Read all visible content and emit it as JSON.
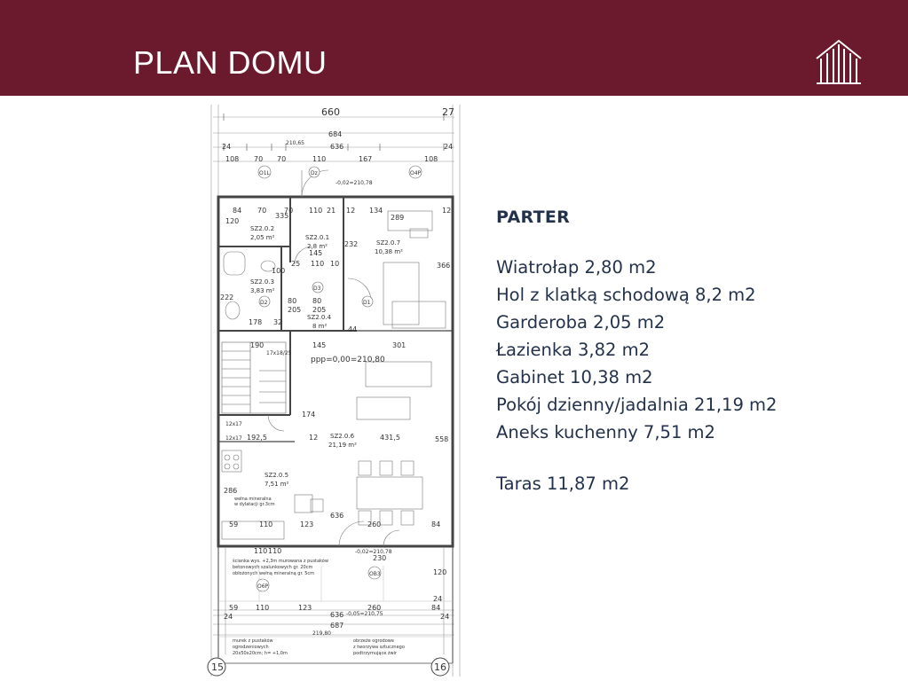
{
  "header": {
    "title": "PLAN DOMU",
    "logo_icon": "building-columns-logo"
  },
  "colors": {
    "header_bg": "#6b1a2e",
    "text": "#23324a",
    "plan_line": "#555555"
  },
  "plan": {
    "dims": {
      "d660": "660",
      "d27": "27",
      "d684": "684",
      "d636": "636",
      "d210_65": "210,65",
      "d24": "24",
      "d108": "108",
      "d70": "70",
      "d110": "110",
      "d167": "167",
      "d84": "84",
      "d335": "335",
      "d21": "21",
      "d12": "12",
      "d134": "134",
      "d289": "289",
      "d232": "232",
      "d366": "366",
      "d145": "145",
      "d25": "25",
      "d10": "10",
      "d100": "100",
      "d80": "80",
      "d205": "205",
      "d178": "178",
      "d32": "32",
      "d44": "44",
      "d190": "190",
      "d301": "301",
      "d222": "222",
      "d192_5": "192,5",
      "d431_5": "431,5",
      "d558": "558",
      "d286": "286",
      "d174": "174",
      "d59": "59",
      "d123": "123",
      "d260": "260",
      "d230": "230",
      "d120": "120",
      "d687": "687",
      "d219_80": "219,80",
      "d12x17": "12x17",
      "lvl1": "-0,02=210,78",
      "lvl2": "-0,02=210,78",
      "lvl3": "-0,05=210,75",
      "ppp": "ppp=0,00=210,80"
    },
    "rooms": {
      "r202": {
        "code": "SZ2.0.2",
        "area": "2,05 m²"
      },
      "r201": {
        "code": "SZ2.0.1",
        "area": "2,8 m²"
      },
      "r207": {
        "code": "SZ2.0.7",
        "area": "10,38 m²"
      },
      "r203": {
        "code": "SZ2.0.3",
        "area": "3,83 m²"
      },
      "r204": {
        "code": "SZ2.0.4",
        "area": "8 m²"
      },
      "r206": {
        "code": "SZ2.0.6",
        "area": "21,19 m²"
      },
      "r205": {
        "code": "SZ2.0.5",
        "area": "7,51 m²"
      }
    },
    "tags": {
      "o1l": "O1L",
      "dz": "Dz",
      "o4p": "O4P",
      "d3": "D3",
      "d1": "D1",
      "d2": "D2",
      "o6p": "O6P",
      "ob3": "OB3",
      "stairs": "17x18/25"
    },
    "notes": {
      "insul_1": "wełna mineralna",
      "insul_2": "w dylatacji gr.3cm",
      "wall_1": "ścianka wys. +2,3m murowana z pustaków",
      "wall_2": "betonowych szalunkowych gr. 20cm",
      "wall_3": "obłożonych wełną mineralną gr. 5cm",
      "low_1": "murek z pustaków",
      "low_2": "ogrodzeniowych",
      "low_3": "20x50x20cm; h= +1,0m",
      "fence_1": "obrzeże ogrodowe",
      "fence_2": "z tworzywa sztucznego",
      "fence_3": "podtrzymujące żwir"
    },
    "axes": {
      "left": "15",
      "right": "16"
    }
  },
  "info": {
    "heading": "PARTER",
    "rooms": [
      "Wiatrołap 2,80 m2",
      "Hol z klatką schodową 8,2 m2",
      "Garderoba 2,05 m2",
      "Łazienka 3,82 m2",
      "Gabinet 10,38 m2",
      "Pokój dzienny/jadalnia 21,19 m2",
      "Aneks kuchenny 7,51 m2"
    ],
    "terrace": "Taras 11,87 m2"
  }
}
